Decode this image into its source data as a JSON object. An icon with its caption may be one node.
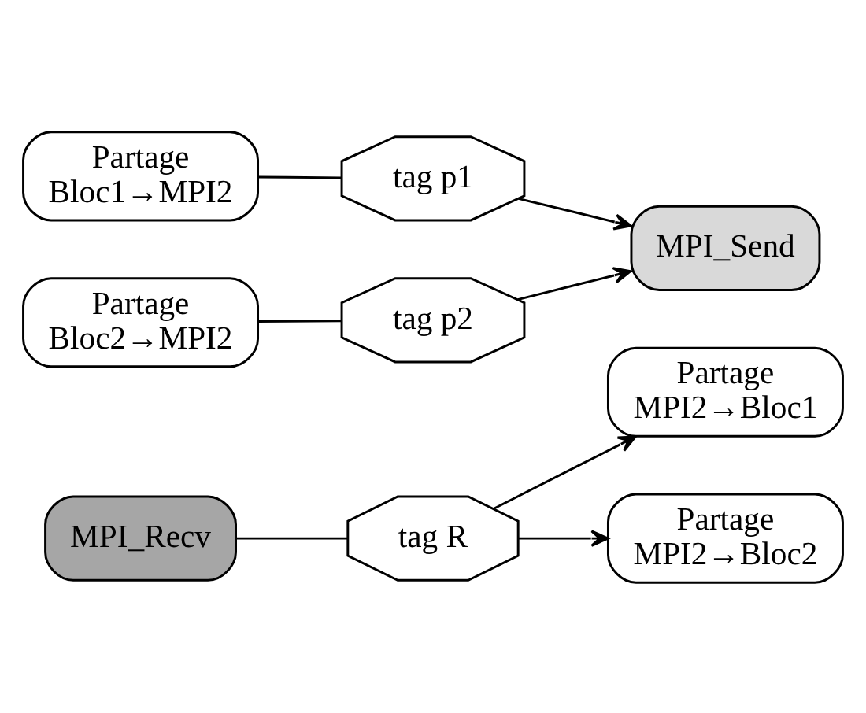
{
  "diagram": {
    "nodes": [
      {
        "text": [
          "MPI_Recv"
        ]
      },
      {
        "text": [
          "tag R"
        ]
      },
      {
        "text": [
          "Partage MPI2→Bloc1"
        ]
      },
      {
        "text": [
          "Partage MPI2→Bloc2"
        ]
      },
      {
        "text": [
          "Partage Bloc1→MPI2"
        ]
      },
      {
        "text": [
          "tag p1"
        ]
      },
      {
        "text": [
          "MPI_Send"
        ]
      },
      {
        "text": [
          "tag p2"
        ]
      },
      {
        "text": [
          "Partage Bloc2→MPI2"
        ]
      }
    ],
    "edges": [
      {
        "from": 0,
        "to": 1,
        "arrow": "none"
      },
      {
        "from": 1,
        "to": 2,
        "arrow": "to"
      },
      {
        "from": 1,
        "to": 3,
        "arrow": "to"
      },
      {
        "from": 4,
        "to": 5,
        "arrow": "none"
      },
      {
        "from": 5,
        "to": 6,
        "arrow": "to"
      },
      {
        "from": 8,
        "to": 7,
        "arrow": "none"
      },
      {
        "from": 7,
        "to": 6,
        "arrow": "to"
      }
    ]
  }
}
